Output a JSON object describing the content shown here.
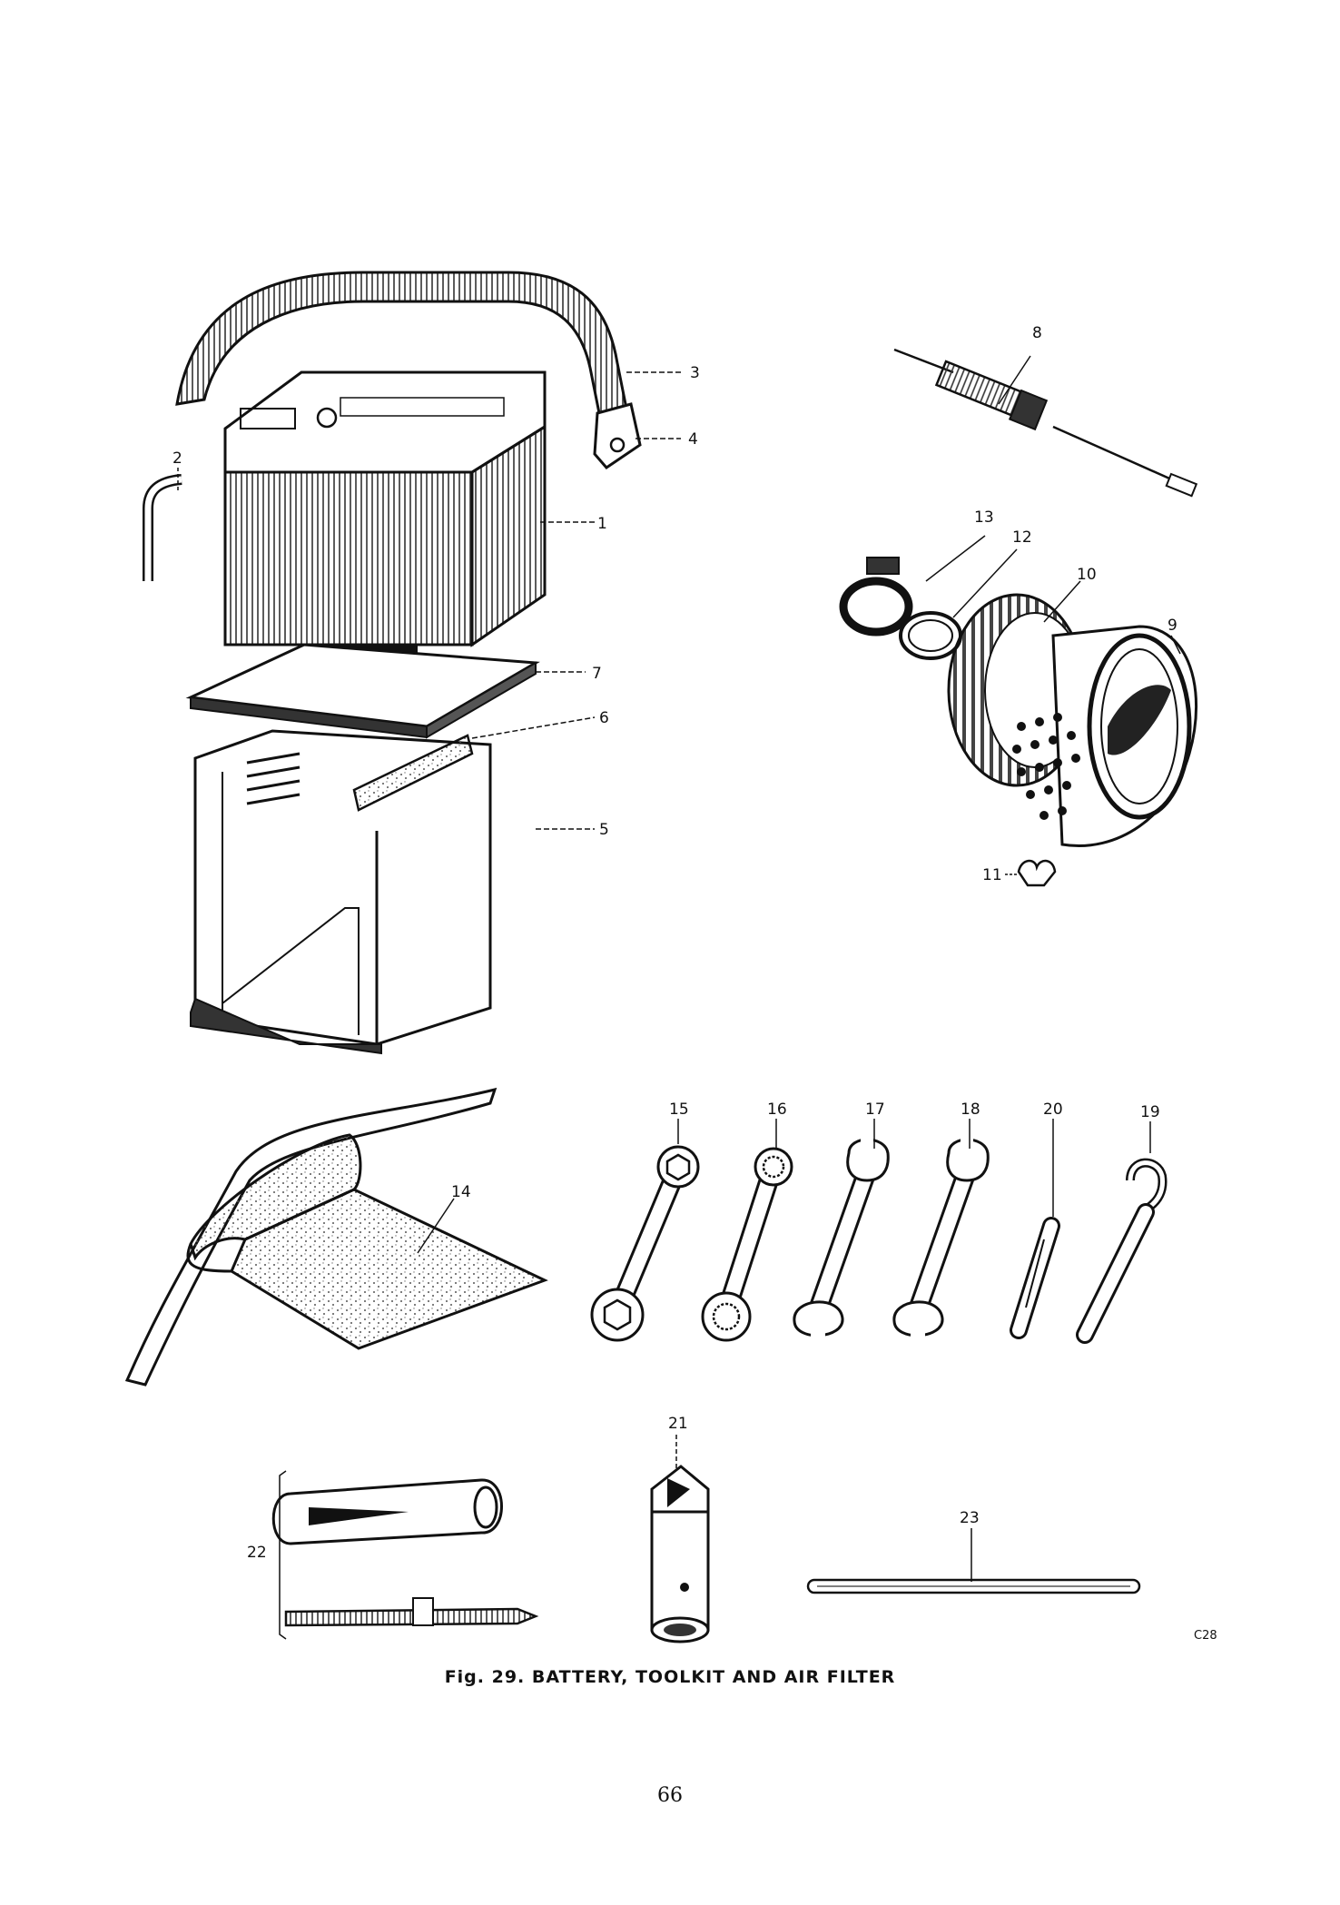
{
  "figure": {
    "caption": "Fig. 29.  BATTERY, TOOLKIT AND AIR FILTER",
    "code": "C28"
  },
  "page": {
    "number": "66"
  },
  "callouts": [
    "1",
    "2",
    "3",
    "4",
    "5",
    "6",
    "7",
    "8",
    "9",
    "10",
    "11",
    "12",
    "13",
    "14",
    "15",
    "16",
    "17",
    "18",
    "19",
    "20",
    "21",
    "22",
    "23"
  ]
}
